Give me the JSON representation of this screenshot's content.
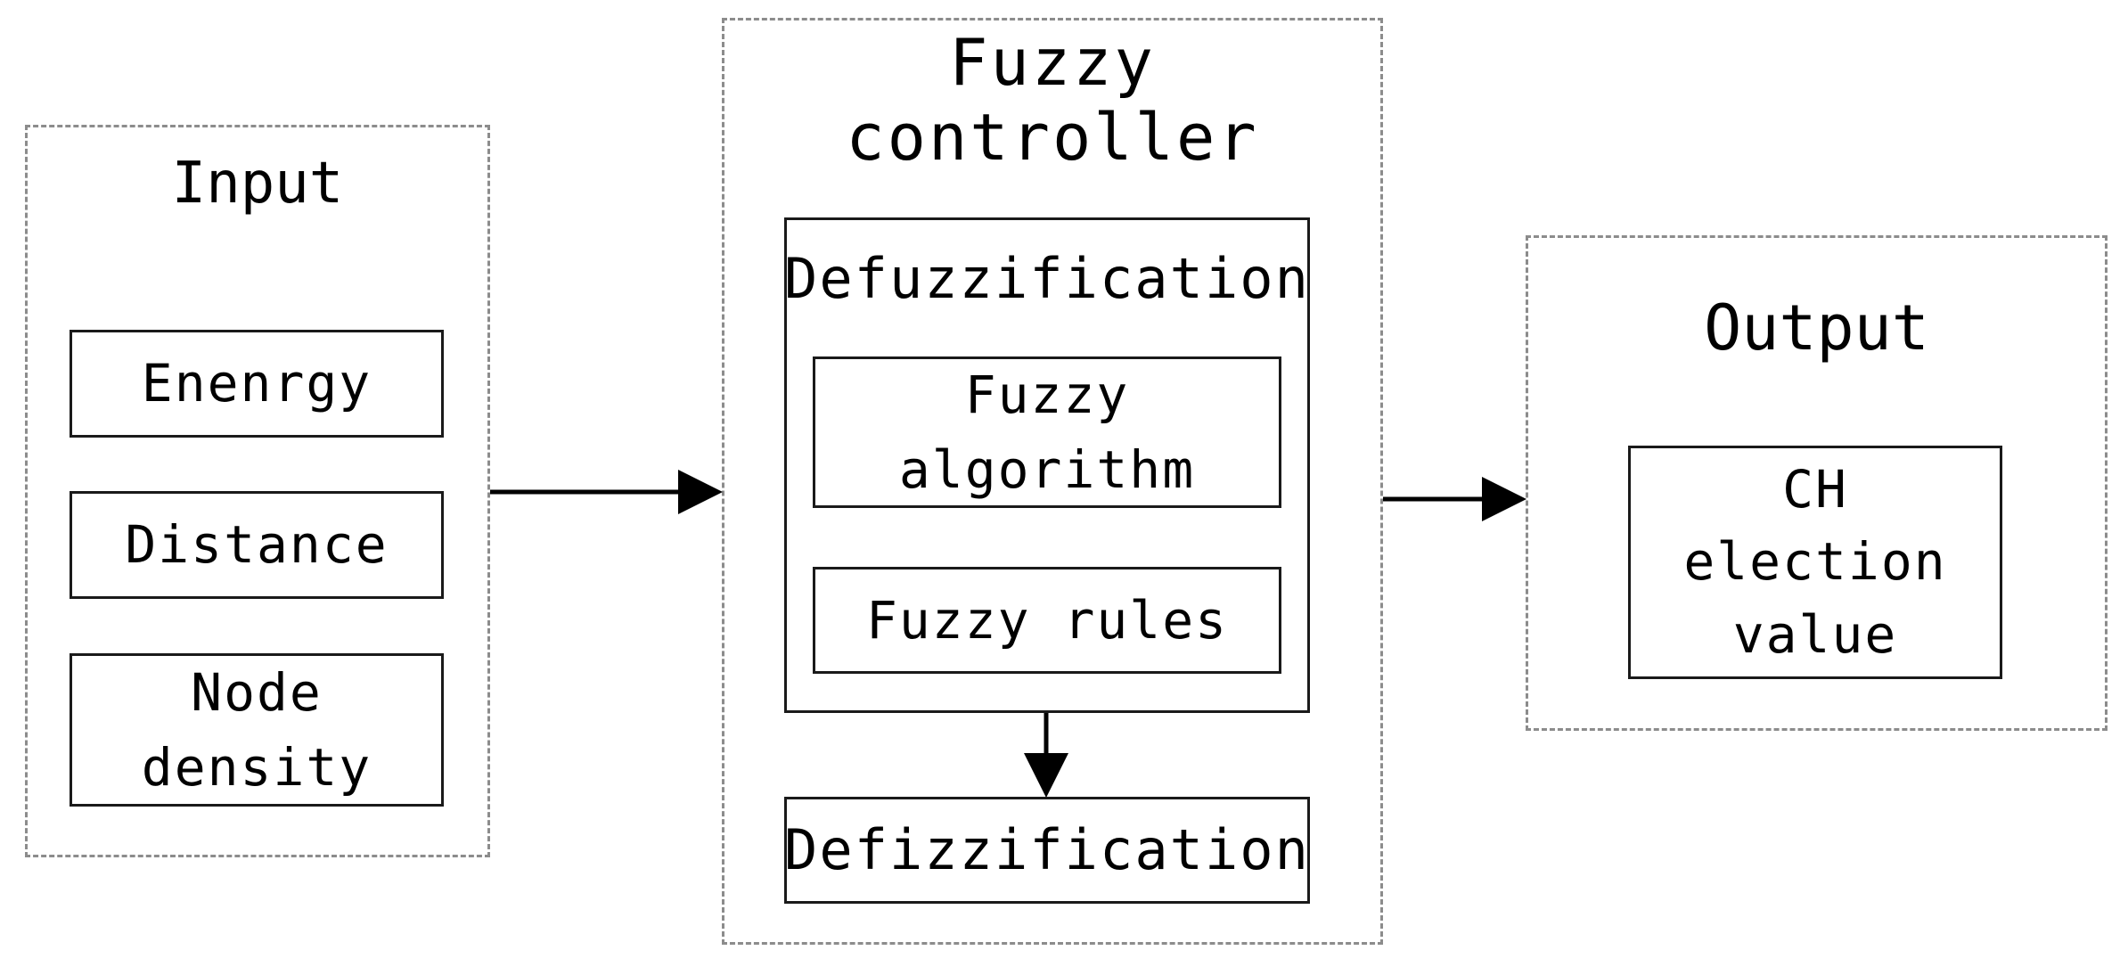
{
  "input_panel": {
    "title": "Input",
    "items": [
      {
        "label": "Enenrgy"
      },
      {
        "label": "Distance"
      },
      {
        "label": "Node\ndensity"
      }
    ]
  },
  "controller_panel": {
    "title": "Fuzzy\ncontroller",
    "inner_group": {
      "title": "Defuzzification",
      "items": [
        {
          "label": "Fuzzy\nalgorithm"
        },
        {
          "label": "Fuzzy rules"
        }
      ]
    },
    "bottom_box": "Defizzification"
  },
  "output_panel": {
    "title": "Output",
    "result": "CH\nelection\nvalue"
  }
}
